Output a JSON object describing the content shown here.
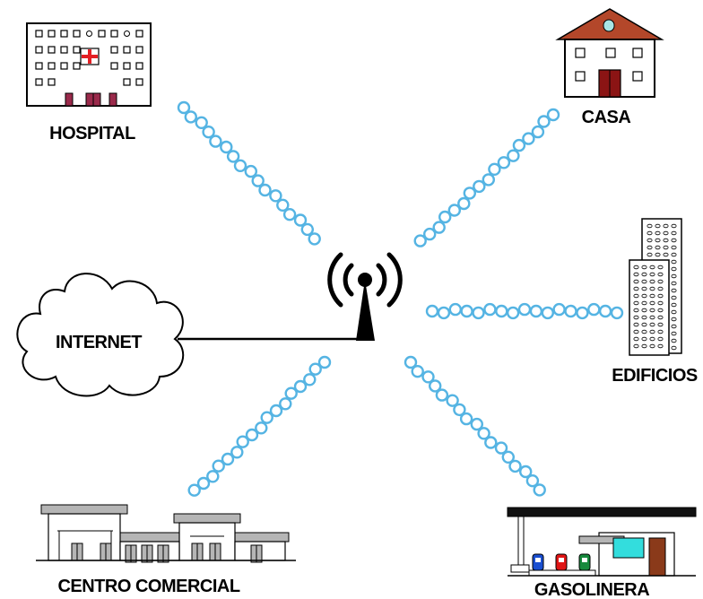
{
  "labels": {
    "hospital": "HOSPITAL",
    "casa": "CASA",
    "edificios": "EDIFICIOS",
    "internet": "INTERNET",
    "centro_comercial": "CENTRO COMERCIAL",
    "gasolinera": "GASOLINERA"
  },
  "icons": {
    "antenna": "radio-antenna-icon",
    "hospital": "hospital-building-icon",
    "house": "house-icon",
    "buildings": "office-buildings-icon",
    "cloud": "cloud-icon",
    "mall": "shopping-mall-icon",
    "gas_station": "gas-station-icon"
  },
  "colors": {
    "wave": "#55b4e3",
    "stroke": "#000000",
    "hospital_cross": "#e41f24",
    "door": "#8b1414",
    "roof": "#b3472a",
    "window_accent": "#9a2a4b",
    "gray_roof": "#b5b5b5",
    "pump_blue": "#1a4fd0",
    "pump_red": "#e01515",
    "pump_green": "#168a3c",
    "cyan_window": "#33dddd",
    "brown_door": "#8a3a1a"
  }
}
